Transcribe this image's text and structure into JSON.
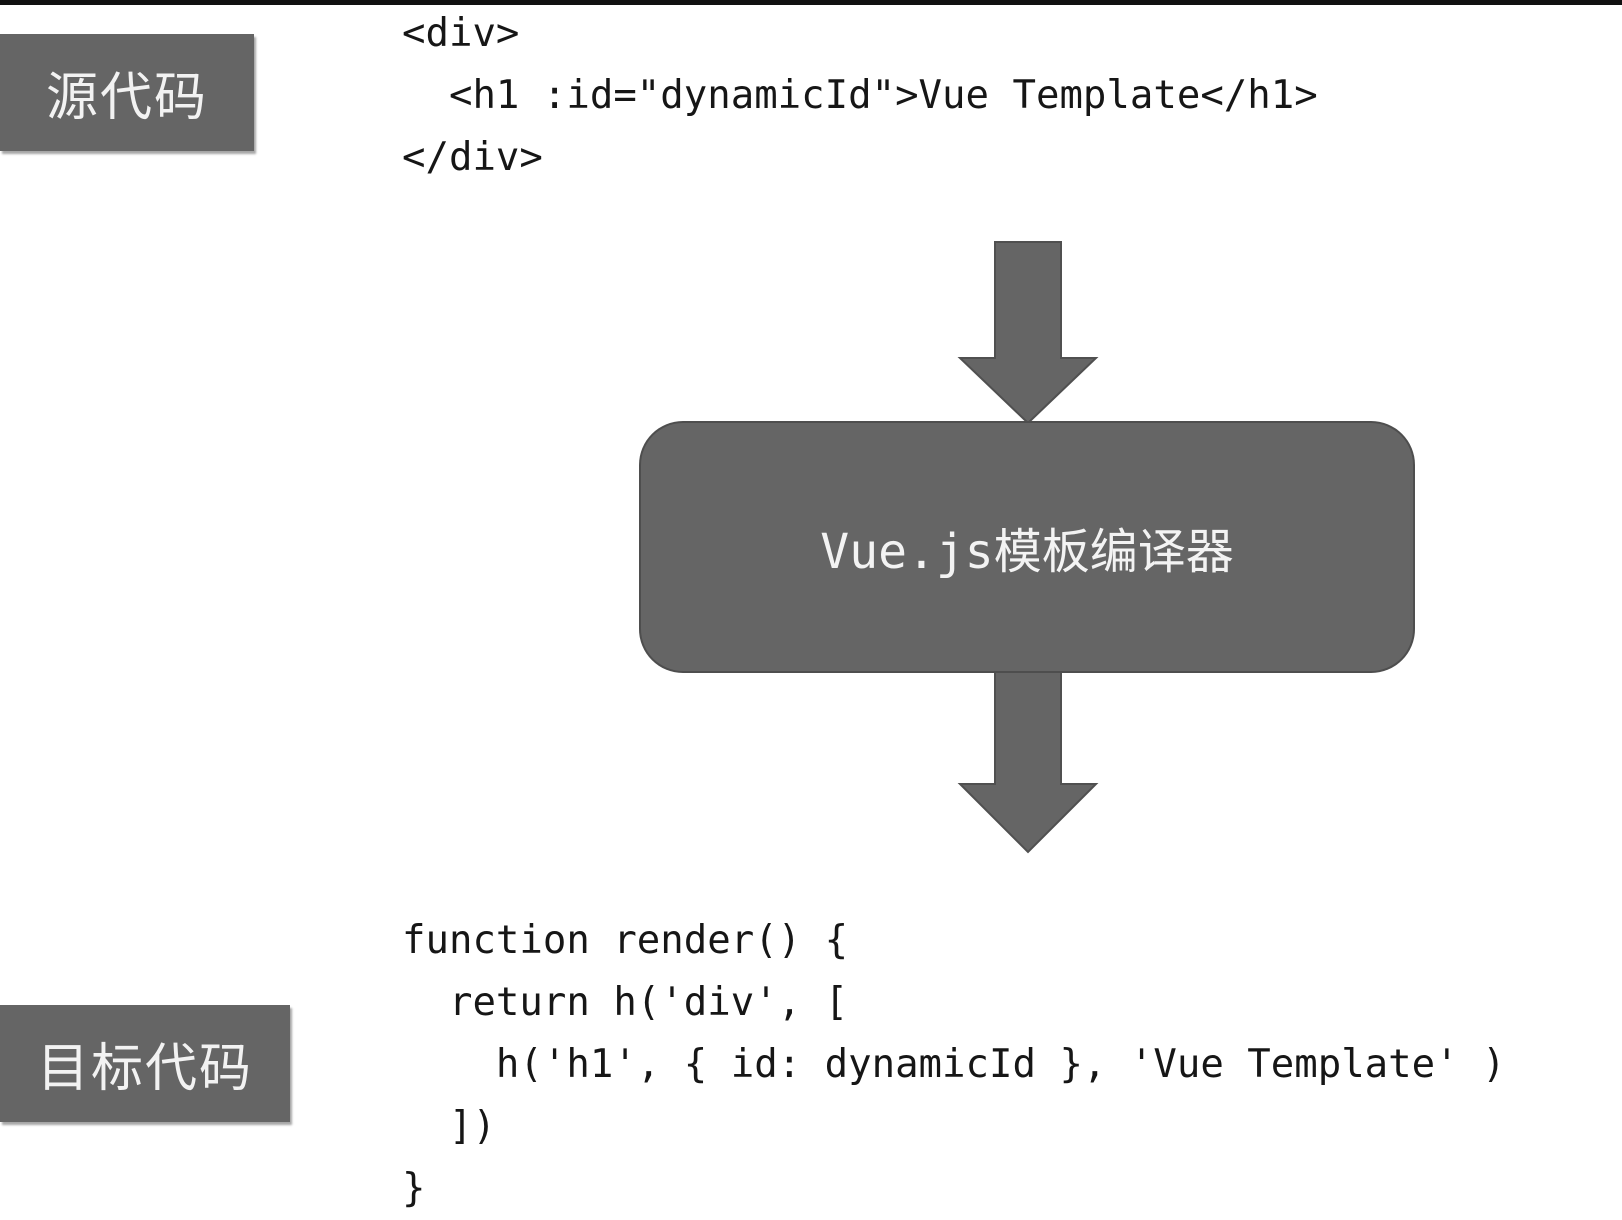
{
  "labels": {
    "source": "源代码",
    "target": "目标代码"
  },
  "source_code": {
    "lines": [
      "<div>",
      "  <h1 :id=\"dynamicId\">Vue Template</h1>",
      "</div>"
    ]
  },
  "compiler": {
    "label": "Vue.js模板编译器"
  },
  "target_code": {
    "lines": [
      "function render() {",
      "  return h('div', [",
      "    h('h1', { id: dynamicId }, 'Vue Template' )",
      "  ])",
      "}"
    ]
  },
  "colors": {
    "box_fill": "#656565",
    "arrow_fill": "#656565",
    "text_on_box": "#f2f2f2",
    "code_text": "#161616"
  }
}
